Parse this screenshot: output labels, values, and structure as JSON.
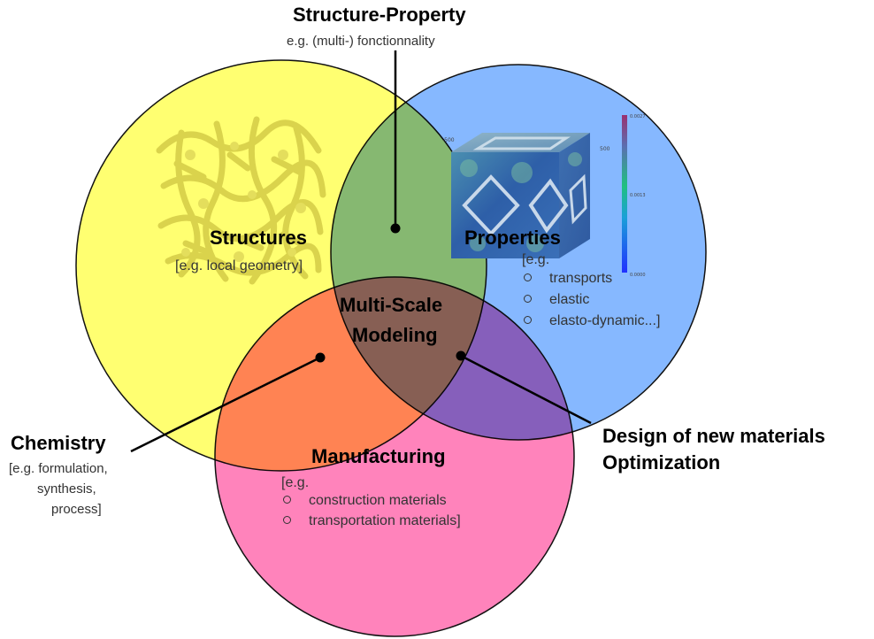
{
  "top_label": {
    "title": "Structure-Property",
    "subtitle": "e.g. (multi-) fonctionnality"
  },
  "structures": {
    "title": "Structures",
    "subtitle": "[e.g. local geometry]"
  },
  "properties": {
    "title": "Properties",
    "intro": "[e.g.",
    "items": [
      "transports",
      "elastic",
      "elasto-dynamic...]"
    ]
  },
  "center": {
    "line1": "Multi-Scale",
    "line2": "Modeling"
  },
  "manufacturing": {
    "title": "Manufacturing",
    "intro": "[e.g.",
    "items": [
      "construction materials",
      "transportation materials]"
    ]
  },
  "chemistry": {
    "title": "Chemistry",
    "line1": "[e.g. formulation,",
    "line2": "synthesis,",
    "line3": "process]"
  },
  "design": {
    "line1": "Design of new materials",
    "line2": "Optimization"
  },
  "colors": {
    "structures": "#ffff00",
    "properties": "#3388ff",
    "manufacturing": "#ff1f7a"
  }
}
